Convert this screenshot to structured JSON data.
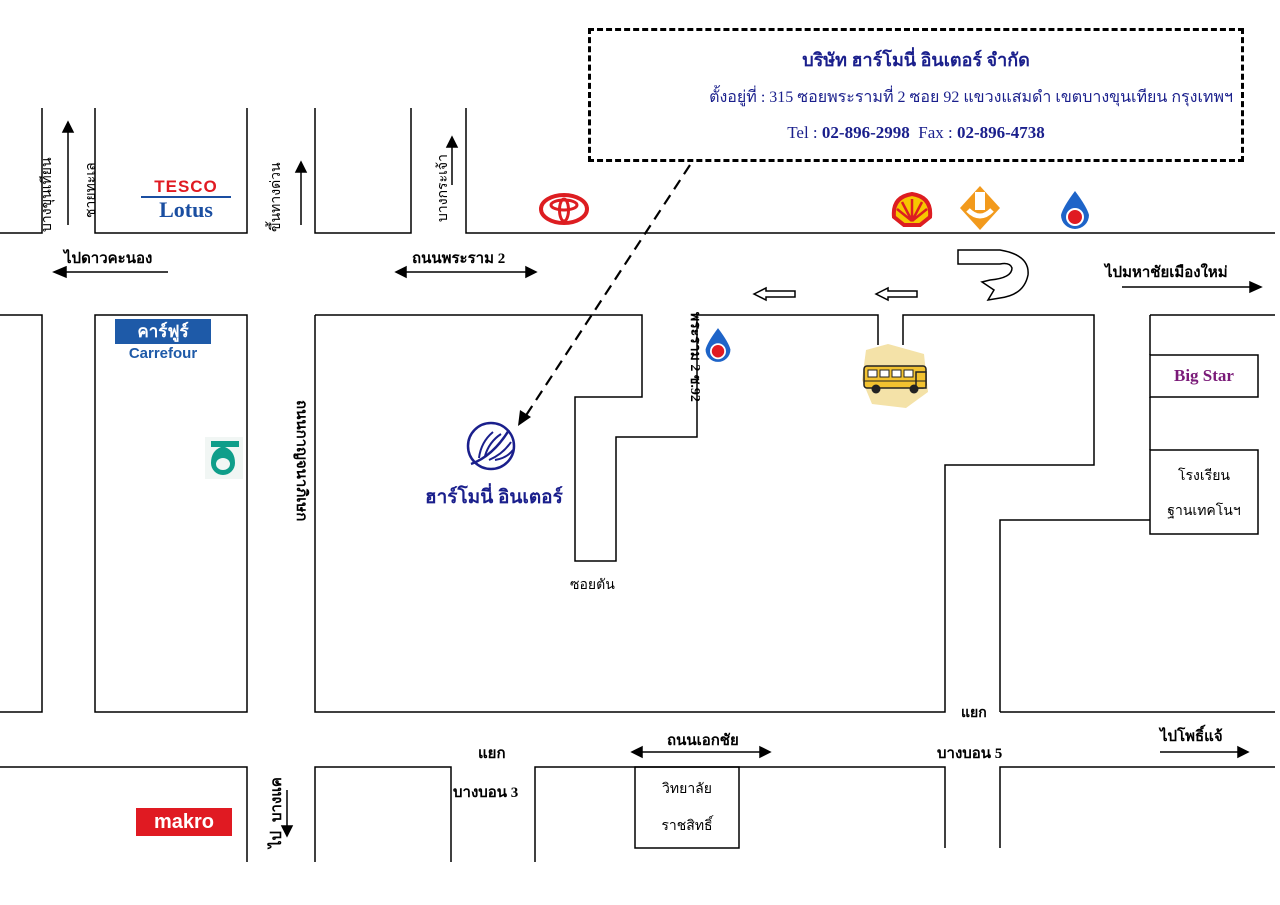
{
  "company": {
    "name": "บริษัท ฮาร์โมนี่ อินเตอร์ จำกัด",
    "address": "ตั้งอยู่ที่ : 315 ซอยพระรามที่ 2 ซอย 92 แขวงแสมดำ เขตบางขุนเทียน กรุงเทพฯ",
    "tel_label": "Tel :",
    "tel": "02-896-2998",
    "fax_label": "Fax :",
    "fax": "02-896-4738",
    "logo_text": "ฮาร์โมนี่ อินเตอร์"
  },
  "roads": {
    "rama2": "ถนนพระราม 2",
    "to_daokanong": "ไปดาวคะนอง",
    "to_mahachai": "ไปมหาชัยเมืองใหม่",
    "to_phosae": "ไปโพธิ์แจ้",
    "ekachai": "ถนนเอกชัย",
    "kanlapaphruek": "ถนนกาญจนาภิเษก",
    "bangkhunthian": "บางขุนเทียน",
    "chaitalay": "ชายทะเล",
    "expressway": "ขึ้นทางด่วน",
    "bangkrachao": "บางกระเจ้า",
    "soi92": "พระราม 2 ซ.92",
    "dead_end": "ซอยตัน",
    "to_bangkhae_1": "ไป",
    "to_bangkhae_2": "บางแค",
    "junction1": "แยก",
    "bangbon3": "บางบอน 3",
    "junction2": "แยก",
    "bangbon5": "บางบอน  5"
  },
  "landmarks": {
    "tesco_top": "TESCO",
    "tesco_bottom": "Lotus",
    "carrefour_thai": "คาร์ฟูร์",
    "carrefour": "Carrefour",
    "makro": "makro",
    "bigstar": "Big Star",
    "school_1": "โรงเรียน",
    "school_2": "ฐานเทคโนฯ",
    "college_1": "วิทยาลัย",
    "college_2": "ราชสิทธิ์"
  },
  "icons": {
    "toyota": "toyota-logo-icon",
    "shell": "shell-logo-icon",
    "caltex": "caltex-logo-icon",
    "ptt": "ptt-logo-icon",
    "petronas": "petronas-logo-icon",
    "bus": "school-bus-icon",
    "harmony_leaf": "harmony-leaf-logo-icon"
  },
  "colors": {
    "company_blue": "#1a1f8c",
    "tesco_red": "#e01a22",
    "tesco_blue": "#1a4ea1",
    "carrefour_blue": "#1e5aa8",
    "makro_red": "#e01a22",
    "bigstar_purple": "#7a1a78",
    "petronas_green": "#0f9e8a",
    "shell_red": "#dd1d21",
    "shell_yellow": "#f7c600",
    "caltex_orange": "#f29a1c"
  }
}
